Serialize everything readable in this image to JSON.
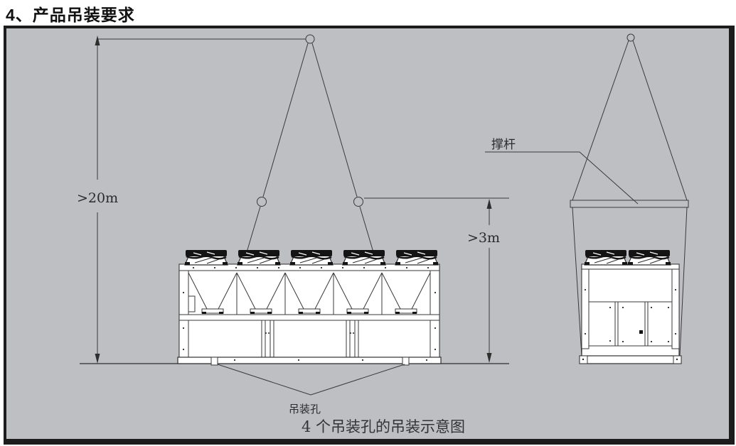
{
  "page": {
    "title": "4、产品吊装要求"
  },
  "diagram": {
    "caption": "4 个吊装孔的吊装示意图",
    "labels": {
      "hook_height": ">20m",
      "spreader_height": ">3m",
      "spreader_bar": "撑杆",
      "lifting_hole": "吊装孔"
    },
    "views": {
      "front": {
        "fan_count": 5
      },
      "side": {
        "fan_count": 2
      }
    },
    "colors": {
      "panel_background": "#bdbfc3",
      "frame_border": "#1c1c1c",
      "line": "#3a3a3a",
      "unit_fill": "#ffffff",
      "fan": "#141414"
    }
  }
}
